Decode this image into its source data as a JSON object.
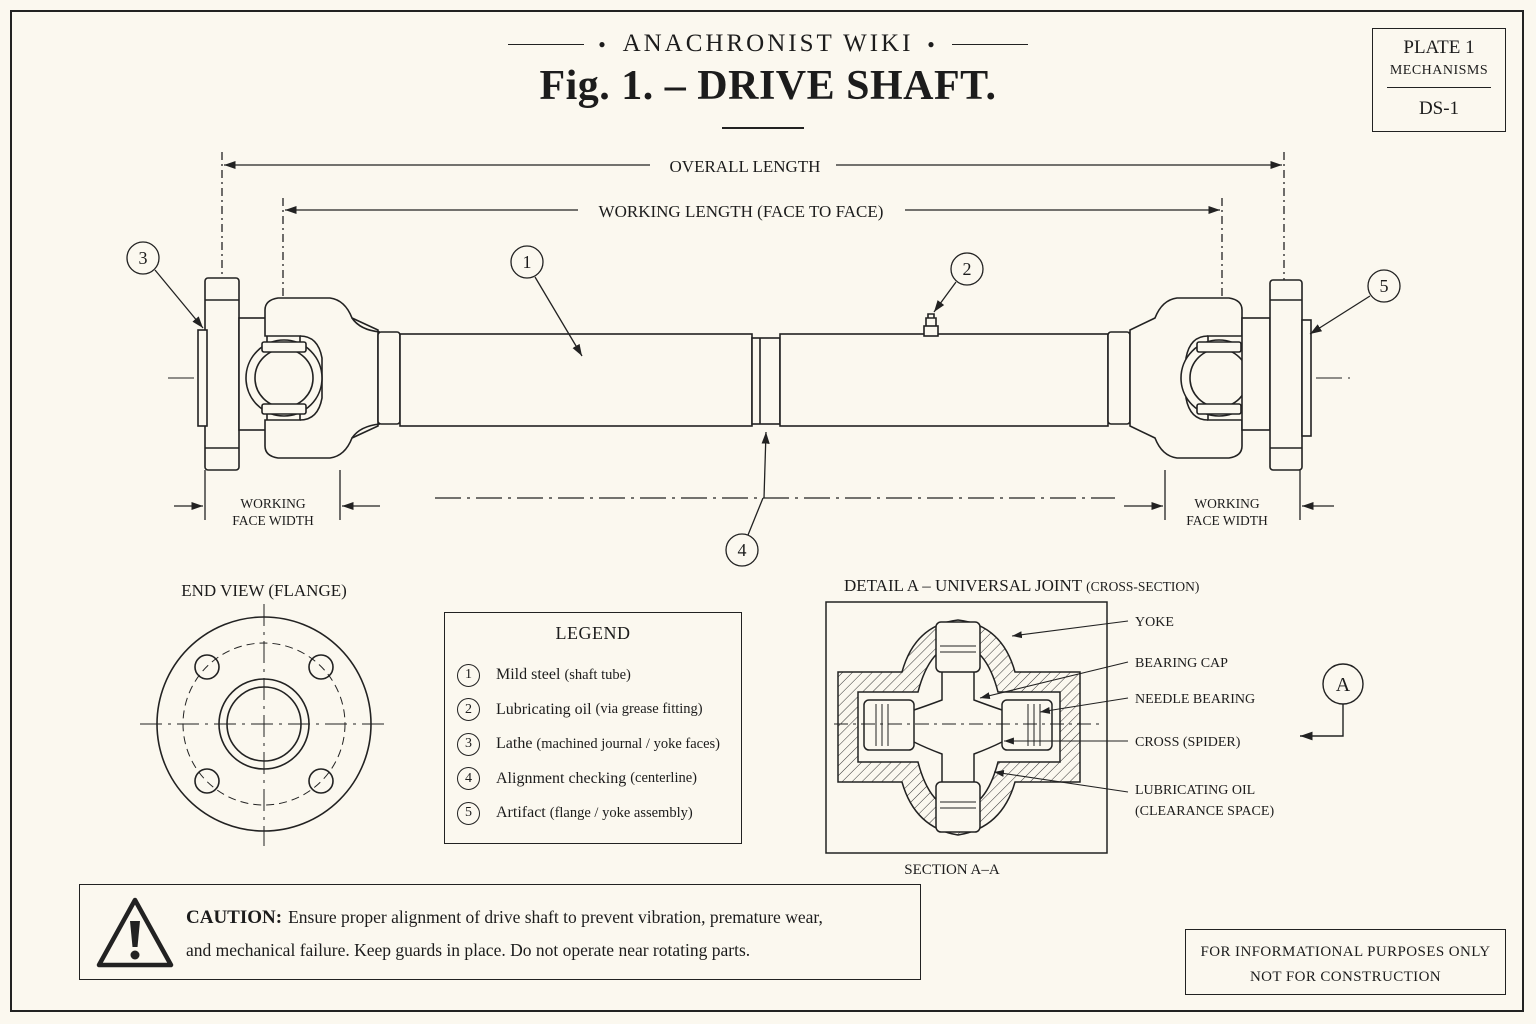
{
  "header": {
    "wiki_name": "ANACHRONIST WIKI",
    "figure_title": "Fig. 1. – DRIVE SHAFT."
  },
  "plate": {
    "plate_number": "PLATE 1",
    "category": "MECHANISMS",
    "code": "DS-1"
  },
  "dimensions": {
    "overall_length": "OVERALL LENGTH",
    "working_length": "WORKING LENGTH (FACE TO FACE)",
    "working_face_width_line1": "WORKING",
    "working_face_width_line2": "FACE WIDTH"
  },
  "callouts": {
    "c1": "1",
    "c2": "2",
    "c3": "3",
    "c4": "4",
    "c5": "5"
  },
  "end_view": {
    "title": "END VIEW (FLANGE)"
  },
  "legend": {
    "title": "LEGEND",
    "items": [
      {
        "num": "1",
        "label": "Mild steel",
        "note": "(shaft tube)"
      },
      {
        "num": "2",
        "label": "Lubricating oil",
        "note": "(via grease fitting)"
      },
      {
        "num": "3",
        "label": "Lathe",
        "note": "(machined journal / yoke faces)"
      },
      {
        "num": "4",
        "label": "Alignment checking",
        "note": "(centerline)"
      },
      {
        "num": "5",
        "label": "Artifact",
        "note": "(flange / yoke assembly)"
      }
    ]
  },
  "detail": {
    "title": "DETAIL A – UNIVERSAL JOINT",
    "title_note": "(CROSS-SECTION)",
    "labels": {
      "yoke": "YOKE",
      "bearing_cap": "BEARING CAP",
      "needle_bearing": "NEEDLE BEARING",
      "cross": "CROSS (SPIDER)",
      "lube_line1": "LUBRICATING OIL",
      "lube_line2": "(CLEARANCE SPACE)"
    },
    "section_label": "SECTION A–A",
    "section_marker": "A"
  },
  "caution": {
    "heading": "CAUTION:",
    "line1": "Ensure proper alignment of drive shaft to prevent vibration, premature wear,",
    "line2": "and mechanical failure.  Keep guards in place.  Do not operate near rotating parts."
  },
  "footer": {
    "line1": "FOR INFORMATIONAL PURPOSES ONLY",
    "line2": "NOT FOR CONSTRUCTION"
  }
}
